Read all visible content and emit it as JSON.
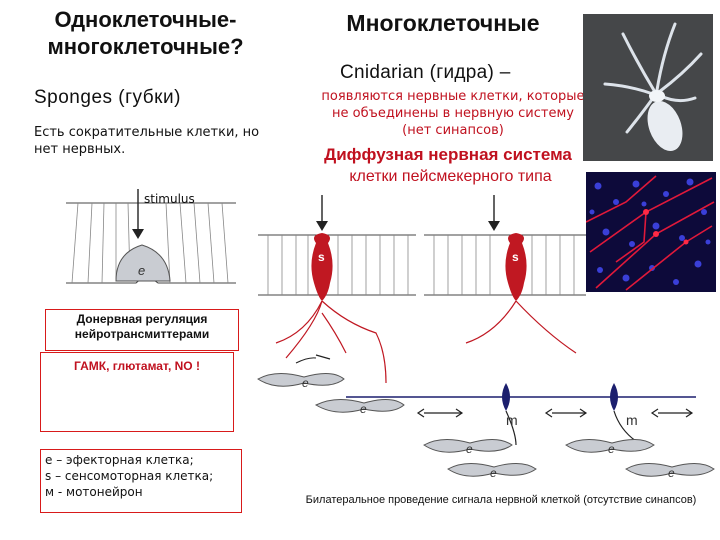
{
  "title_left": "Одноклеточные-многоклеточные?",
  "title_right": "Многоклеточные",
  "sponges": {
    "heading": "Sponges (губки)",
    "note": "Есть сократительные клетки, но нет нервных."
  },
  "cnidarian": {
    "heading": "Cnidarian (гидра) –",
    "note": "появляются нервные клетки, которые не объединены в нервную систему (нет синапсов)",
    "diffuse": "Диффузная нервная система",
    "pacemaker": "клетки пейсмекерного типа"
  },
  "diagram": {
    "stimulus_label": "stimulus",
    "cell_labels": {
      "effector": "e",
      "sensory": "s",
      "motor": "m"
    }
  },
  "boxes": {
    "prenervous": "Донервная регуляция нейротрансмиттерами",
    "neurotransmitters": "ГАМК, глютамат, NO !",
    "legend": [
      "e – эфекторная клетка;",
      "s – сенсомоторная клетка;",
      "м - мотонейрон"
    ]
  },
  "caption": "Билатеральное проведение сигнала нервной клеткой (отсутствие синапсов)",
  "colors": {
    "accent_red": "#c0111f",
    "box_border": "#d81a1a",
    "nerve_red": "#c01822",
    "motor_navy": "#1c1f6e",
    "effector_gray": "#c9ccd2"
  }
}
